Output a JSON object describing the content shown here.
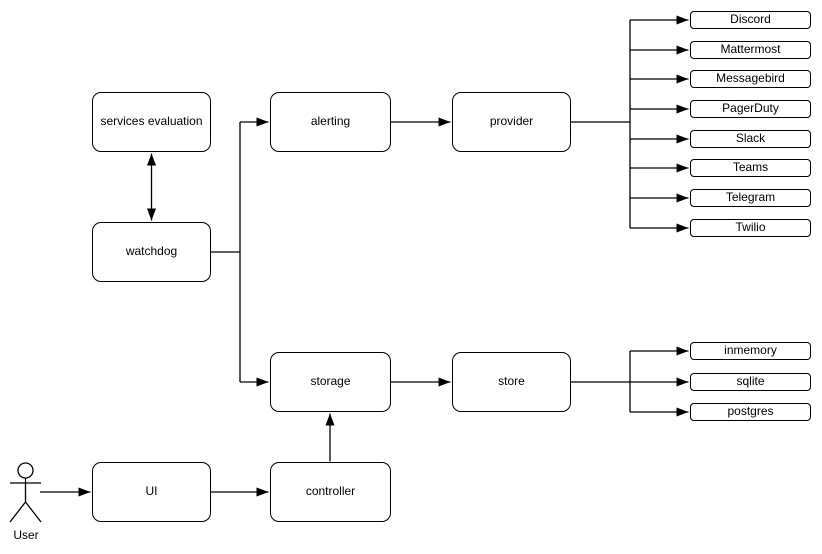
{
  "diagram": {
    "nodes": {
      "services_evaluation": {
        "label": "services evaluation"
      },
      "watchdog": {
        "label": "watchdog"
      },
      "alerting": {
        "label": "alerting"
      },
      "provider": {
        "label": "provider"
      },
      "storage": {
        "label": "storage"
      },
      "store": {
        "label": "store"
      },
      "ui": {
        "label": "UI"
      },
      "controller": {
        "label": "controller"
      },
      "user": {
        "label": "User"
      }
    },
    "provider_leaves": [
      "Discord",
      "Mattermost",
      "Messagebird",
      "PagerDuty",
      "Slack",
      "Teams",
      "Telegram",
      "Twilio"
    ],
    "store_leaves": [
      "inmemory",
      "sqlite",
      "postgres"
    ],
    "icons": {
      "user": "stick-figure-actor-icon"
    },
    "colors": {
      "background": "#ffffff",
      "node_fill": "#ffffff",
      "stroke": "#000000",
      "text": "#000000"
    }
  }
}
